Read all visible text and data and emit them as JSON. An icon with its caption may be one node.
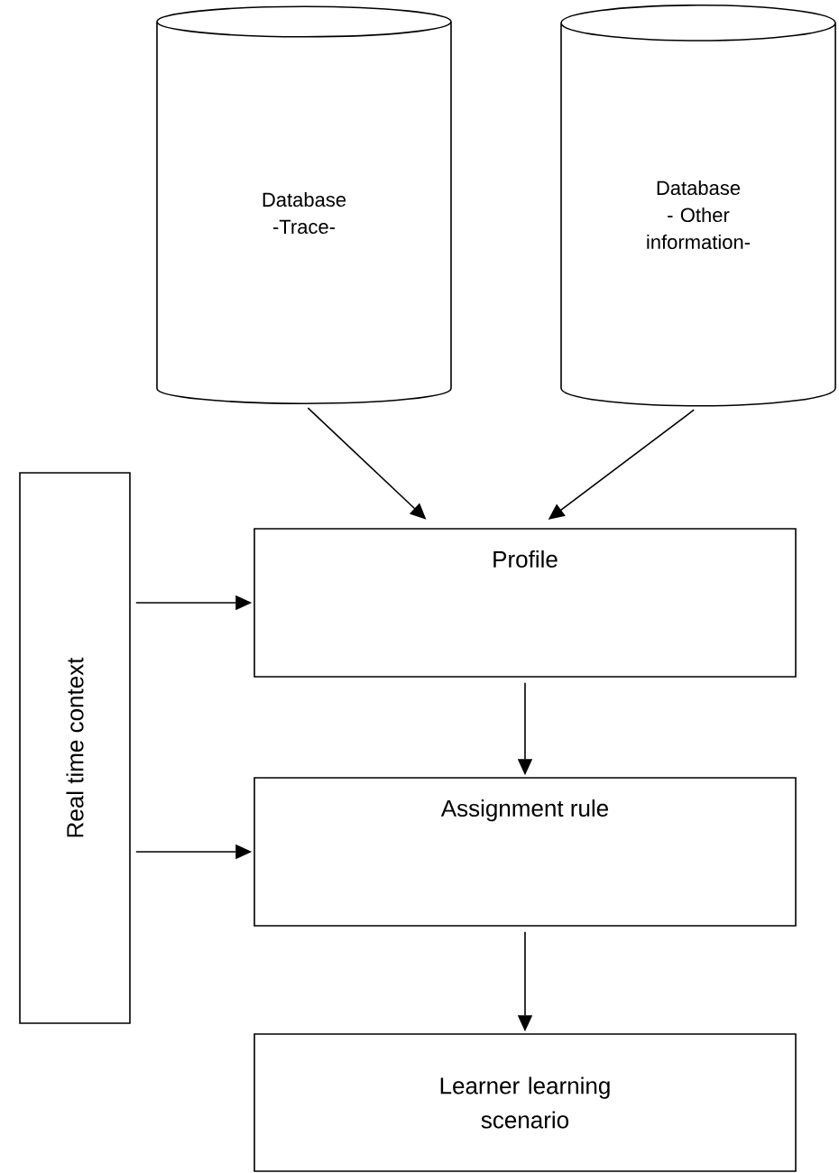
{
  "diagram": {
    "nodes": [
      {
        "text": [
          "Database -Trace-"
        ]
      },
      {
        "text": [
          "Database - Other information-"
        ]
      },
      {
        "text": [
          "Real time context"
        ]
      },
      {
        "text": [
          "Profile"
        ]
      },
      {
        "text": [
          "Assignment rule"
        ]
      },
      {
        "text": [
          "Learner learning scenario"
        ]
      }
    ],
    "edges": [
      {
        "from": 0,
        "to": 3,
        "arrow": "to"
      },
      {
        "from": 1,
        "to": 3,
        "arrow": "to"
      },
      {
        "from": 2,
        "to": 3,
        "arrow": "to"
      },
      {
        "from": 2,
        "to": 4,
        "arrow": "to"
      },
      {
        "from": 3,
        "to": 4,
        "arrow": "to"
      },
      {
        "from": 4,
        "to": 5,
        "arrow": "to"
      }
    ]
  }
}
